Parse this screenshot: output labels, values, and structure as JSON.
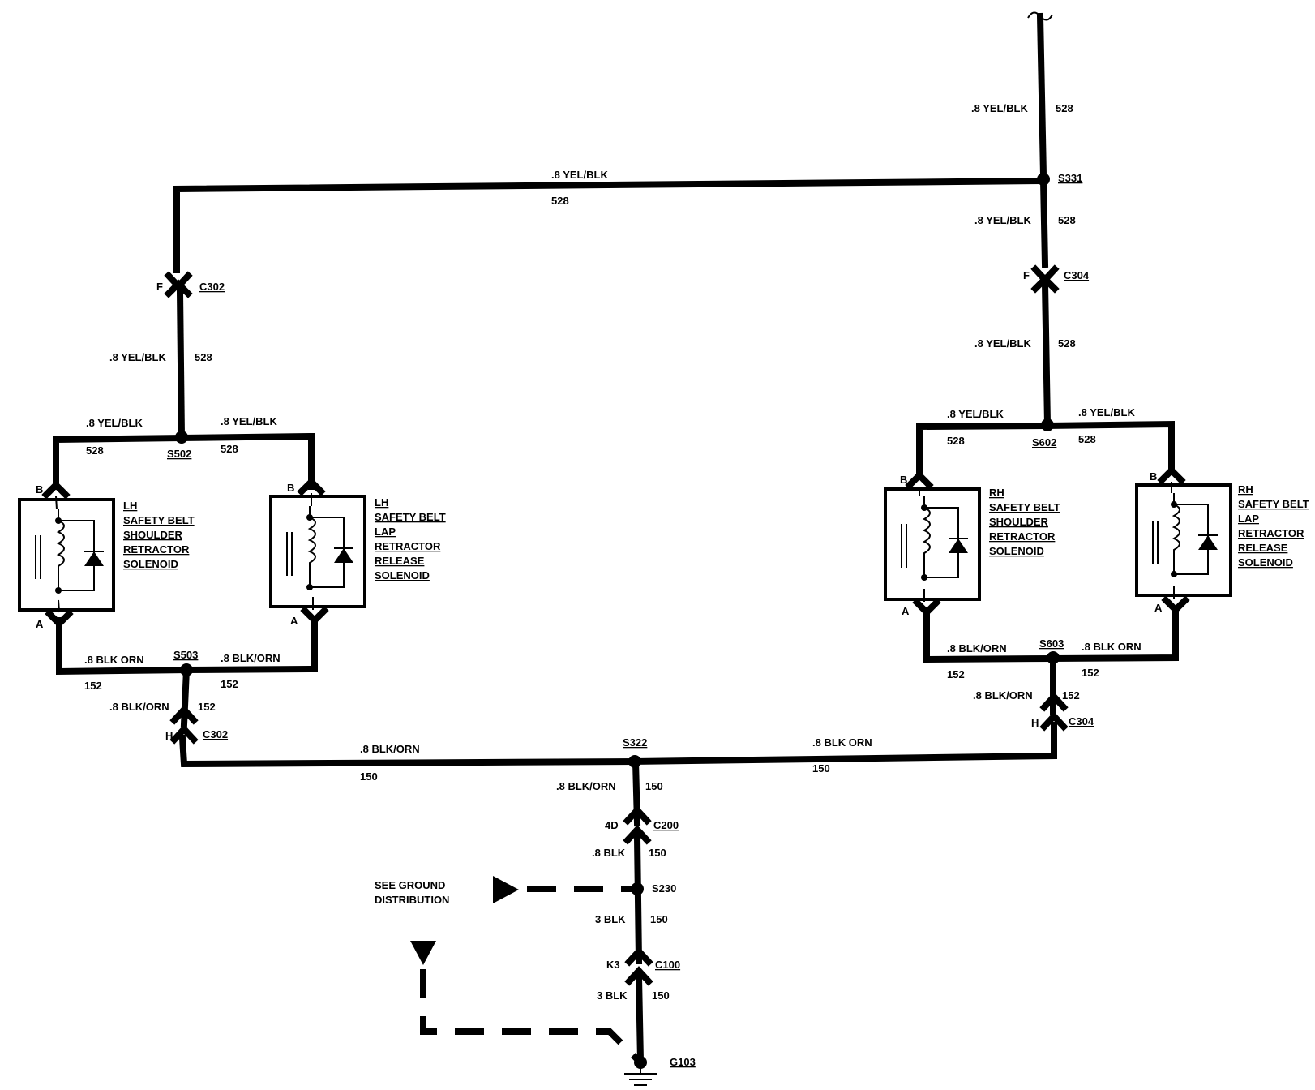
{
  "wires": {
    "yel_blk": ".8 YEL/BLK",
    "yel_blk_ckt": "528",
    "blk_orn": ".8 BLK/ORN",
    "blk_orn_alt": ".8 BLK ORN",
    "blk_orn_ckt_152": "152",
    "blk_orn_ckt_150": "150",
    "blk_08": ".8 BLK",
    "blk_3": "3 BLK"
  },
  "splices": {
    "s331": "S331",
    "s502": "S502",
    "s503": "S503",
    "s602": "S602",
    "s603": "S603",
    "s322": "S322",
    "s230": "S230"
  },
  "connectors": {
    "c302": "C302",
    "c304": "C304",
    "c200": "C200",
    "c100": "C100",
    "pin_f": "F",
    "pin_h": "H",
    "pin_a": "A",
    "pin_b": "B",
    "pin_4d": "4D",
    "pin_k3": "K3"
  },
  "ground": {
    "id": "G103",
    "note_line1": "SEE GROUND",
    "note_line2": "DISTRIBUTION"
  },
  "components": {
    "lh_shoulder": [
      "LH",
      "SAFETY BELT",
      "SHOULDER",
      "RETRACTOR",
      "SOLENOID"
    ],
    "lh_lap": [
      "LH",
      "SAFETY BELT",
      "LAP",
      "RETRACTOR",
      "RELEASE",
      "SOLENOID"
    ],
    "rh_shoulder": [
      "RH",
      "SAFETY BELT",
      "SHOULDER",
      "RETRACTOR",
      "SOLENOID"
    ],
    "rh_lap": [
      "RH",
      "SAFETY BELT",
      "LAP",
      "RETRACTOR",
      "RELEASE",
      "SOLENOID"
    ]
  }
}
